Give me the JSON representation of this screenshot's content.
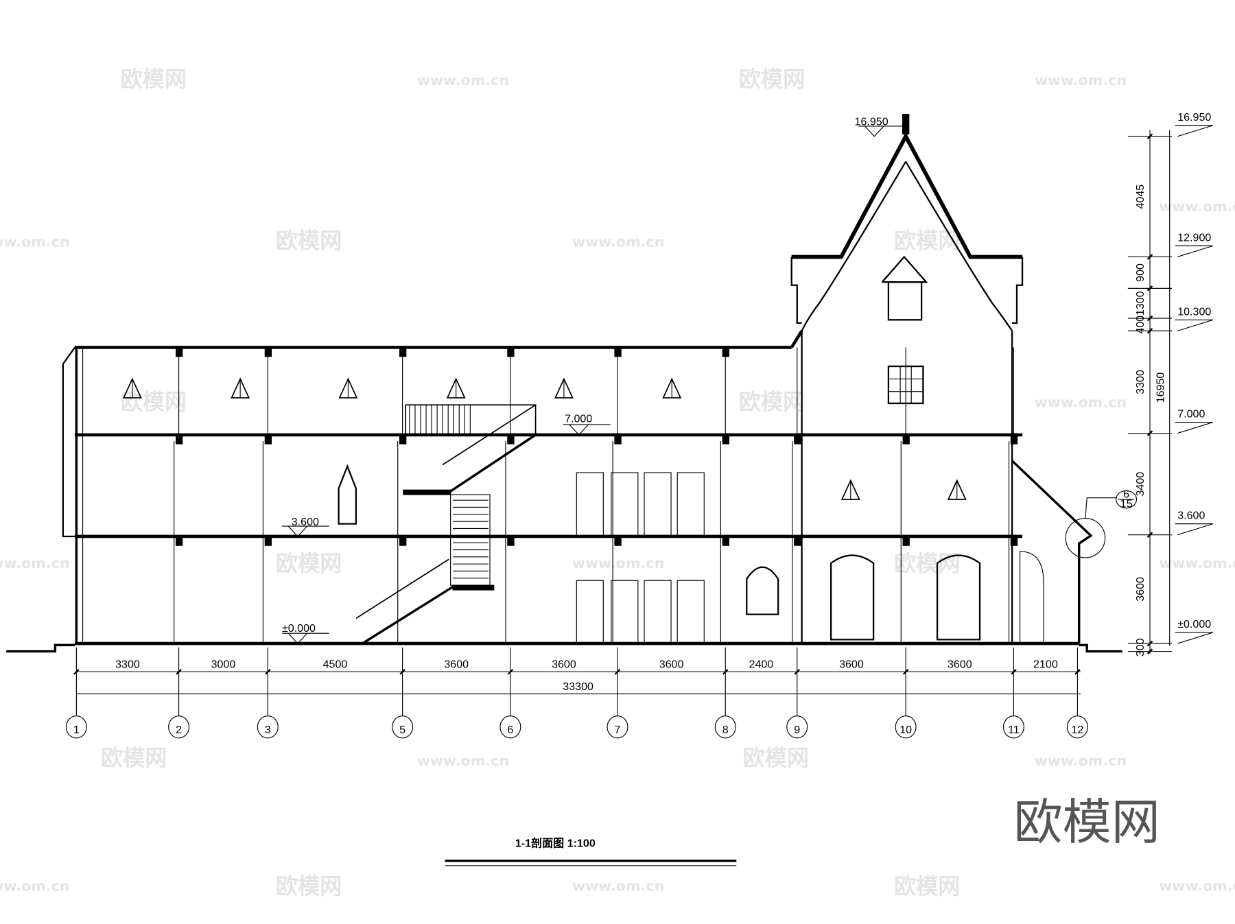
{
  "drawing": {
    "title": "1-1剖面图 1:100",
    "watermark_brand": "欧模网",
    "watermark_url": "www.om.cn",
    "corner_logo": "欧模网"
  },
  "axes": [
    "1",
    "2",
    "3",
    "5",
    "6",
    "7",
    "8",
    "9",
    "10",
    "11",
    "12"
  ],
  "bay_dimensions": [
    "3300",
    "3000",
    "4500",
    "3600",
    "3600",
    "3600",
    "2400",
    "3600",
    "3600",
    "2100"
  ],
  "total_length": "33300",
  "vertical_dimensions": [
    "4045",
    "900",
    "1300",
    "400",
    "3300",
    "3400",
    "3600",
    "300"
  ],
  "total_height": "16950",
  "levels_right": [
    "16.950",
    "12.900",
    "10.300",
    "7.000",
    "3.600",
    "±0.000"
  ],
  "levels_inner": {
    "top": "16.950",
    "second": "7.000",
    "first": "3.600",
    "ground": "±0.000"
  },
  "detail_callout": {
    "number": "6",
    "sheet": "15"
  }
}
